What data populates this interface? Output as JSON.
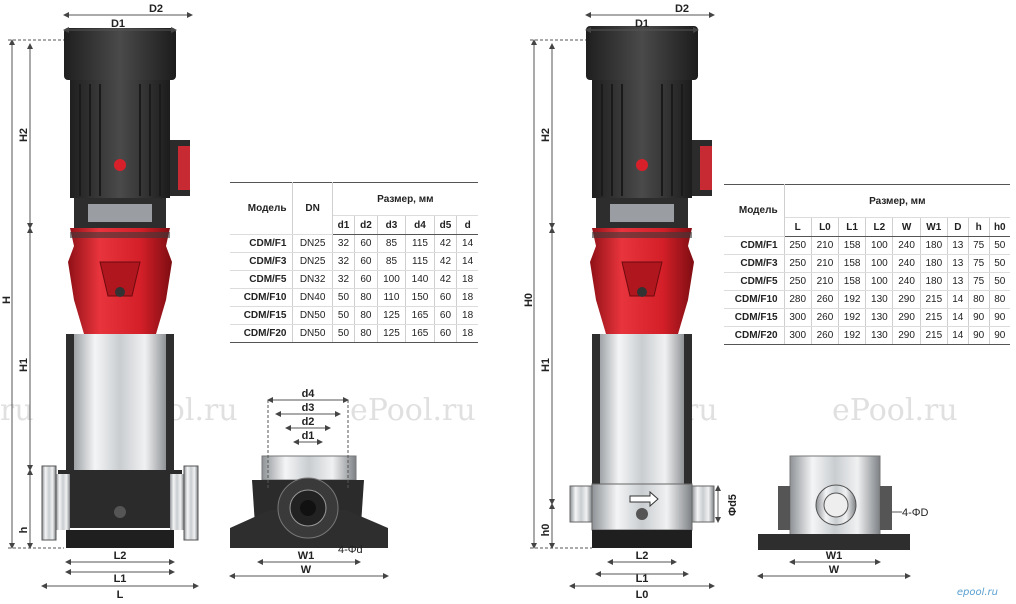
{
  "left_diagram": {
    "dims": {
      "D1": "D1",
      "D2": "D2",
      "H": "H",
      "H1": "H1",
      "H2": "H2",
      "h": "h",
      "L": "L",
      "L1": "L1",
      "L2": "L2",
      "d1": "d1",
      "d2": "d2",
      "d3": "d3",
      "d4": "d4",
      "W": "W",
      "W1": "W1",
      "holes": "4-Φd"
    }
  },
  "right_diagram": {
    "dims": {
      "D1": "D1",
      "D2": "D2",
      "H0": "H0",
      "H1": "H1",
      "H2": "H2",
      "h0": "h0",
      "L0": "L0",
      "L1": "L1",
      "L2": "L2",
      "d5": "Φd5",
      "W": "W",
      "W1": "W1",
      "holes": "4-ΦD"
    }
  },
  "watermark": "ePool.ru",
  "watermark_edge": "ru",
  "logo": "epool.ru",
  "table_left": {
    "col_model": "Модель",
    "col_dn": "DN",
    "col_size": "Размер, мм",
    "sub_cols": [
      "d1",
      "d2",
      "d3",
      "d4",
      "d5",
      "d"
    ],
    "rows": [
      {
        "model": "CDM/F1",
        "dn": "DN25",
        "vals": [
          "32",
          "60",
          "85",
          "115",
          "42",
          "14"
        ]
      },
      {
        "model": "CDM/F3",
        "dn": "DN25",
        "vals": [
          "32",
          "60",
          "85",
          "115",
          "42",
          "14"
        ]
      },
      {
        "model": "CDM/F5",
        "dn": "DN32",
        "vals": [
          "32",
          "60",
          "100",
          "140",
          "42",
          "18"
        ]
      },
      {
        "model": "CDM/F10",
        "dn": "DN40",
        "vals": [
          "50",
          "80",
          "110",
          "150",
          "60",
          "18"
        ]
      },
      {
        "model": "CDM/F15",
        "dn": "DN50",
        "vals": [
          "50",
          "80",
          "125",
          "165",
          "60",
          "18"
        ]
      },
      {
        "model": "CDM/F20",
        "dn": "DN50",
        "vals": [
          "50",
          "80",
          "125",
          "165",
          "60",
          "18"
        ]
      }
    ]
  },
  "table_right": {
    "col_model": "Модель",
    "col_size": "Размер, мм",
    "sub_cols": [
      "L",
      "L0",
      "L1",
      "L2",
      "W",
      "W1",
      "D",
      "h",
      "h0"
    ],
    "rows": [
      {
        "model": "CDM/F1",
        "vals": [
          "250",
          "210",
          "158",
          "100",
          "240",
          "180",
          "13",
          "75",
          "50"
        ]
      },
      {
        "model": "CDM/F3",
        "vals": [
          "250",
          "210",
          "158",
          "100",
          "240",
          "180",
          "13",
          "75",
          "50"
        ]
      },
      {
        "model": "CDM/F5",
        "vals": [
          "250",
          "210",
          "158",
          "100",
          "240",
          "180",
          "13",
          "75",
          "50"
        ]
      },
      {
        "model": "CDM/F10",
        "vals": [
          "280",
          "260",
          "192",
          "130",
          "290",
          "215",
          "14",
          "80",
          "80"
        ]
      },
      {
        "model": "CDM/F15",
        "vals": [
          "300",
          "260",
          "192",
          "130",
          "290",
          "215",
          "14",
          "90",
          "90"
        ]
      },
      {
        "model": "CDM/F20",
        "vals": [
          "300",
          "260",
          "192",
          "130",
          "290",
          "215",
          "14",
          "90",
          "90"
        ]
      }
    ]
  },
  "colors": {
    "motor": "#3a3a3a",
    "pump_red": "#d8202a",
    "steel": "#cfd3d6",
    "base": "#2d2d2d",
    "dim_line": "#555555"
  }
}
